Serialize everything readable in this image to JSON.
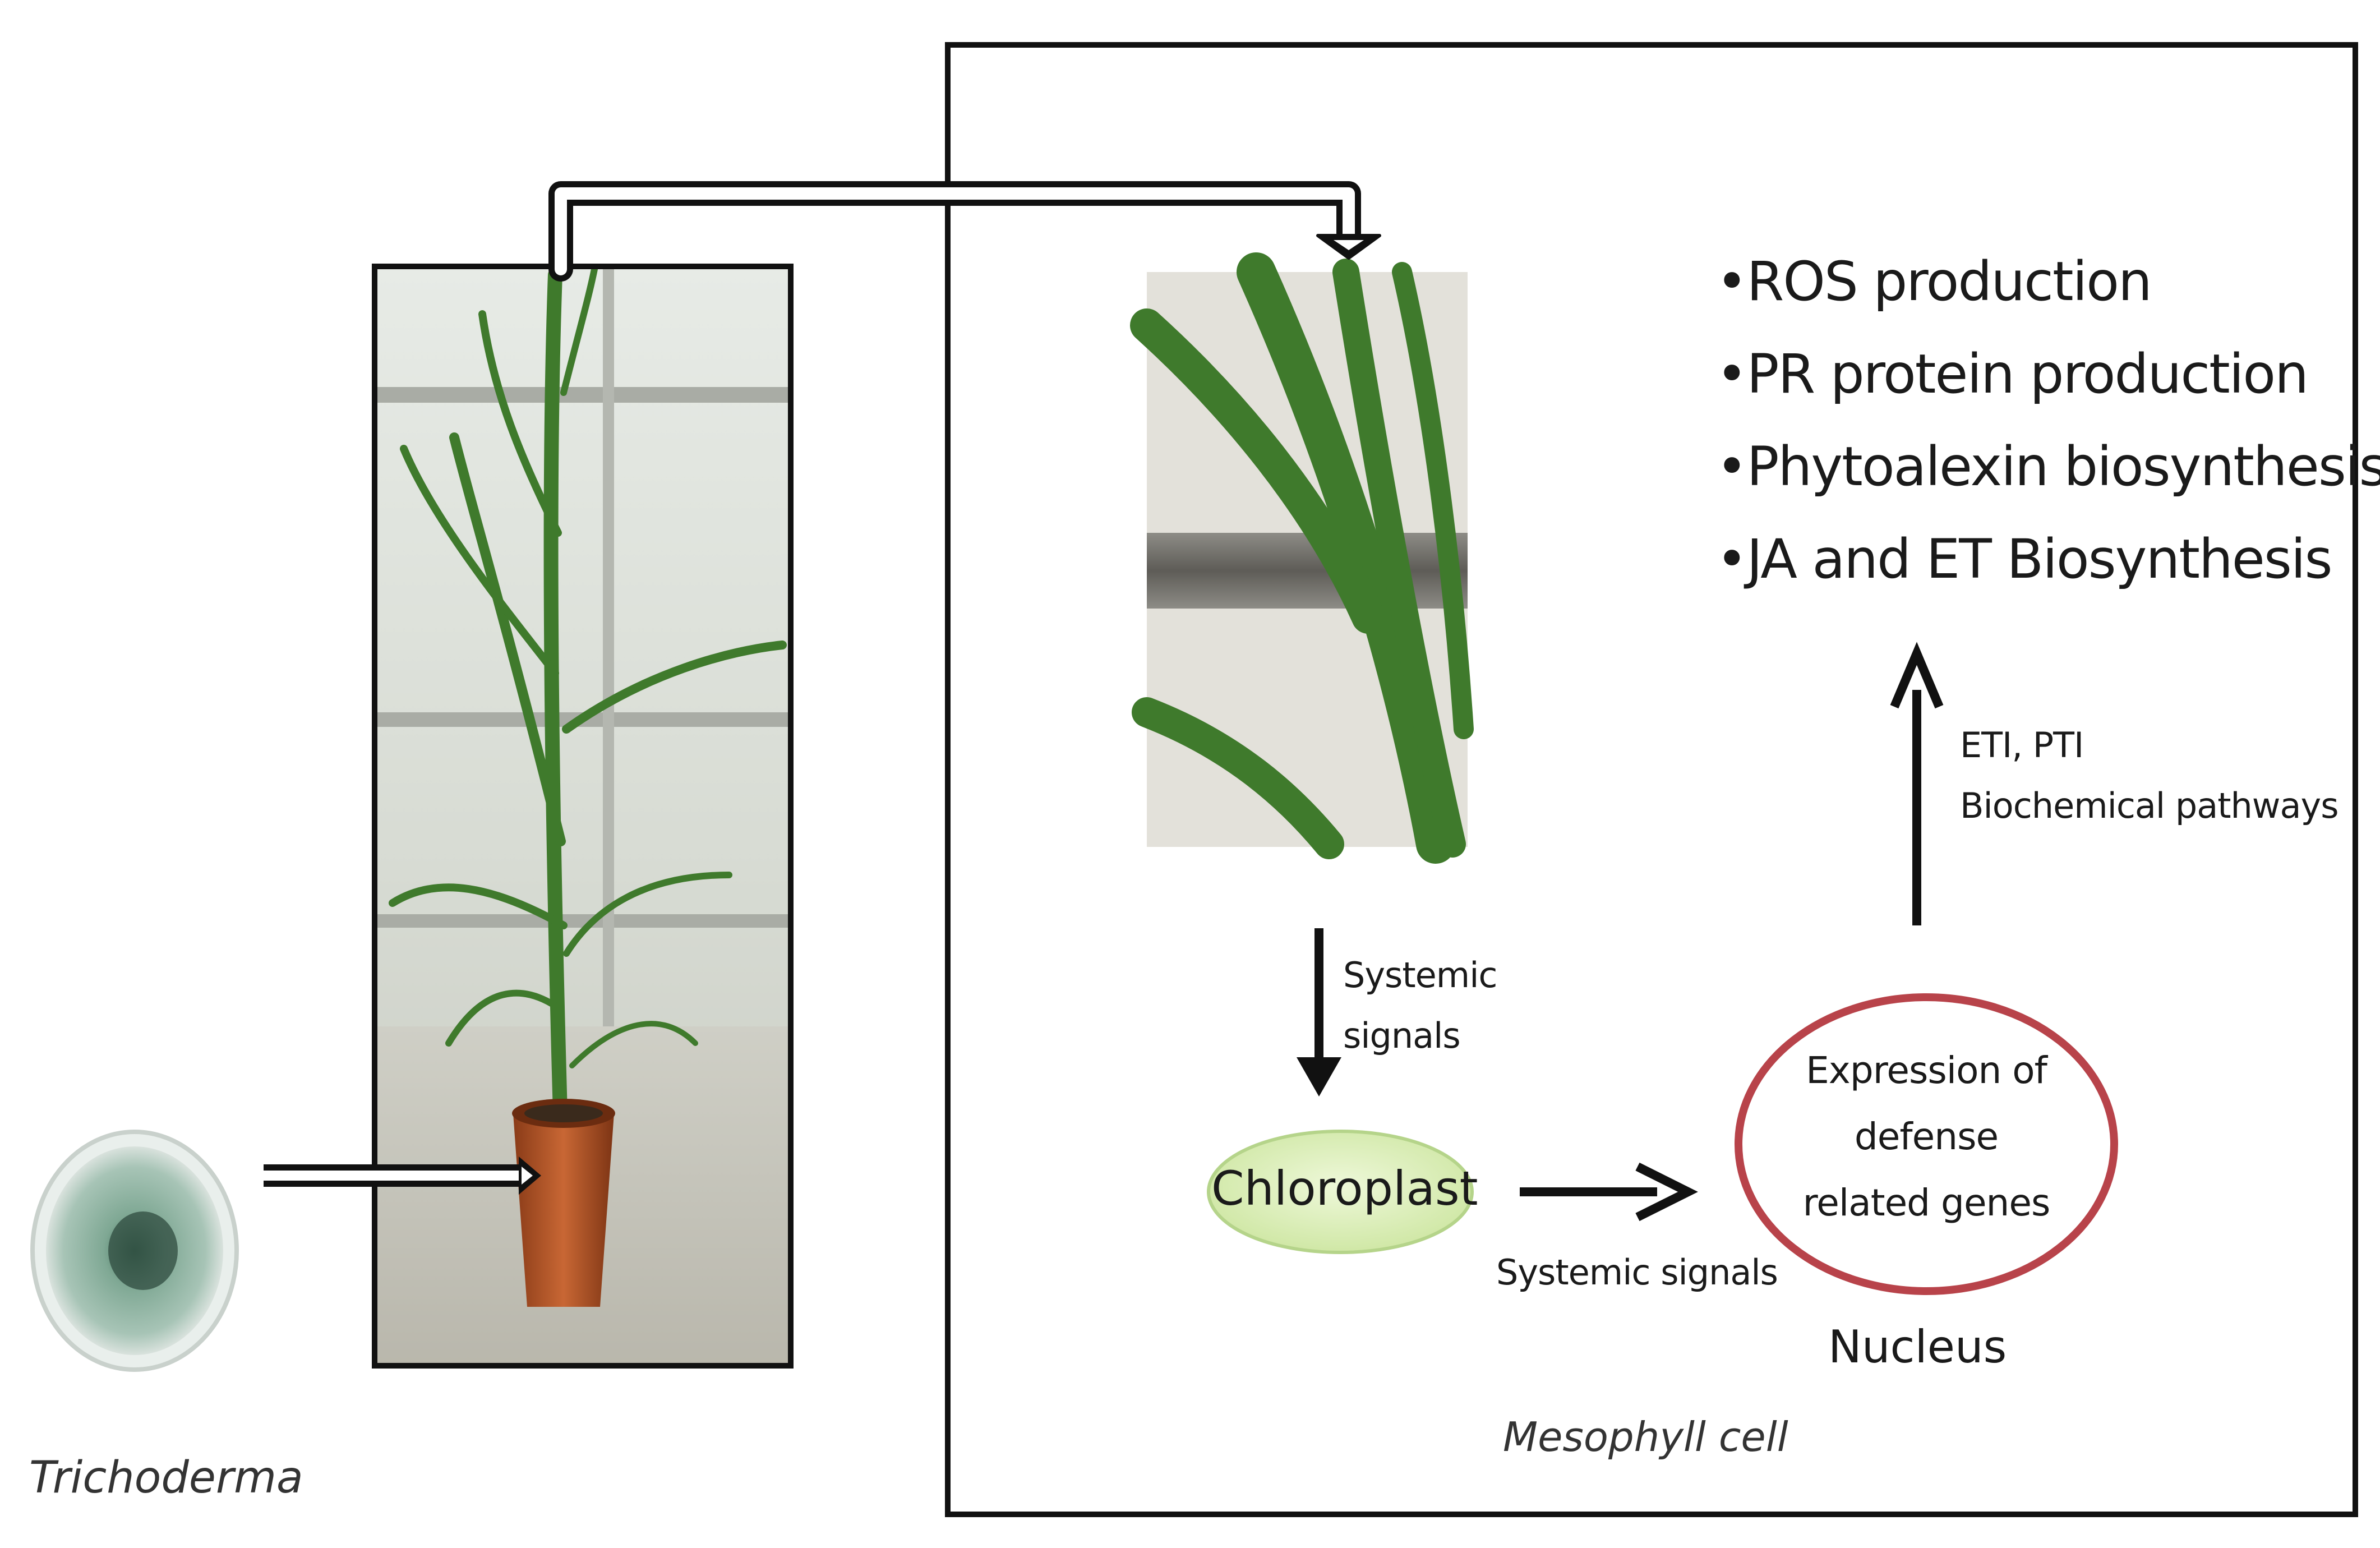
{
  "organism_label": "Trichoderma",
  "box_label": "Mesophyll cell",
  "chloroplast_label": "Chloroplast",
  "nucleus_label": "Nucleus",
  "expression_lines": [
    "Expression of",
    "defense",
    "related genes"
  ],
  "signal_down_lines": [
    "Systemic",
    "signals"
  ],
  "signal_right_label": "Systemic signals",
  "pathway_lines": [
    "ETI, PTI",
    "Biochemical pathways"
  ],
  "outcomes": [
    "•ROS production",
    "•PR protein production",
    "•Phytoalexin biosynthesis",
    "•JA and ET Biosynthesis"
  ],
  "colors": {
    "chloroplast_fill": "#dcefb8",
    "chloroplast_edge": "#b5d48a",
    "nucleus_ring": "#b8434a",
    "plant_green": "#3f7a2c",
    "pot": "#b5562a"
  }
}
